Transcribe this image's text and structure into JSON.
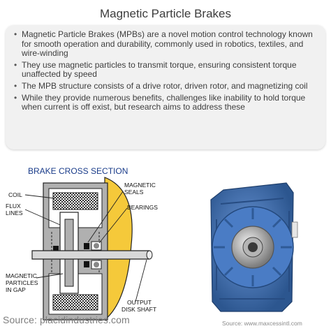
{
  "title": "Magnetic Particle Brakes",
  "bullets": [
    "Magnetic Particle Brakes (MPBs) are a novel motion control technology known for smooth operation and durability, commonly used in robotics, textiles, and wire-winding",
    "They use magnetic particles to transmit torque, ensuring consistent torque unaffected by speed",
    "The MPB structure consists of a drive rotor, driven rotor, and magnetizing coil",
    "While they provide numerous benefits, challenges like inability to hold torque when current is off exist, but research aims to address these"
  ],
  "diagram": {
    "heading": "BRAKE CROSS SECTION",
    "labels": {
      "coil": "COIL",
      "flux1": "FLUX",
      "flux2": "LINES",
      "mag_seals1": "MAGNETIC",
      "mag_seals2": "SEALS",
      "bearings": "BEARINGS",
      "particles1": "MAGNETIC",
      "particles2": "PARTICLES",
      "particles3": "IN GAP",
      "output1": "OUTPUT",
      "output2": "DISK SHAFT"
    },
    "colors": {
      "housing": "#b0b0b0",
      "disk": "#f5c93a",
      "shaft": "#d8d8d8"
    },
    "source": "Source: placidindustries.com"
  },
  "photo": {
    "colors": {
      "body": "#3f6fb8",
      "hub": "#c8c8c8"
    },
    "source": "Source: www.maxcessintl.com"
  }
}
